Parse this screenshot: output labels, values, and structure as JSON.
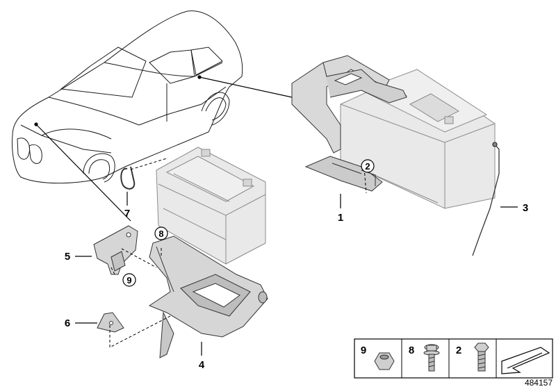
{
  "parts": [
    {
      "key": "p1",
      "number": "1"
    },
    {
      "key": "p2",
      "number": "2"
    },
    {
      "key": "p3",
      "number": "3"
    },
    {
      "key": "p4",
      "number": "4"
    },
    {
      "key": "p5",
      "number": "5"
    },
    {
      "key": "p6",
      "number": "6"
    },
    {
      "key": "p7",
      "number": "7"
    },
    {
      "key": "p8",
      "number": "8"
    },
    {
      "key": "p9",
      "number": "9"
    }
  ],
  "legend": {
    "items": [
      {
        "number": "9",
        "icon": "nut-icon"
      },
      {
        "number": "8",
        "icon": "screw-with-washer-icon"
      },
      {
        "number": "2",
        "icon": "hex-bolt-icon"
      }
    ],
    "direction_icon": "direction-arrow-icon"
  },
  "document_id": "484157",
  "colors": {
    "line": "#1a1a1a",
    "part_fill": "#e3e3e3",
    "part_dark": "#b8b8b8",
    "battery_fill": "#e9e9e9"
  }
}
